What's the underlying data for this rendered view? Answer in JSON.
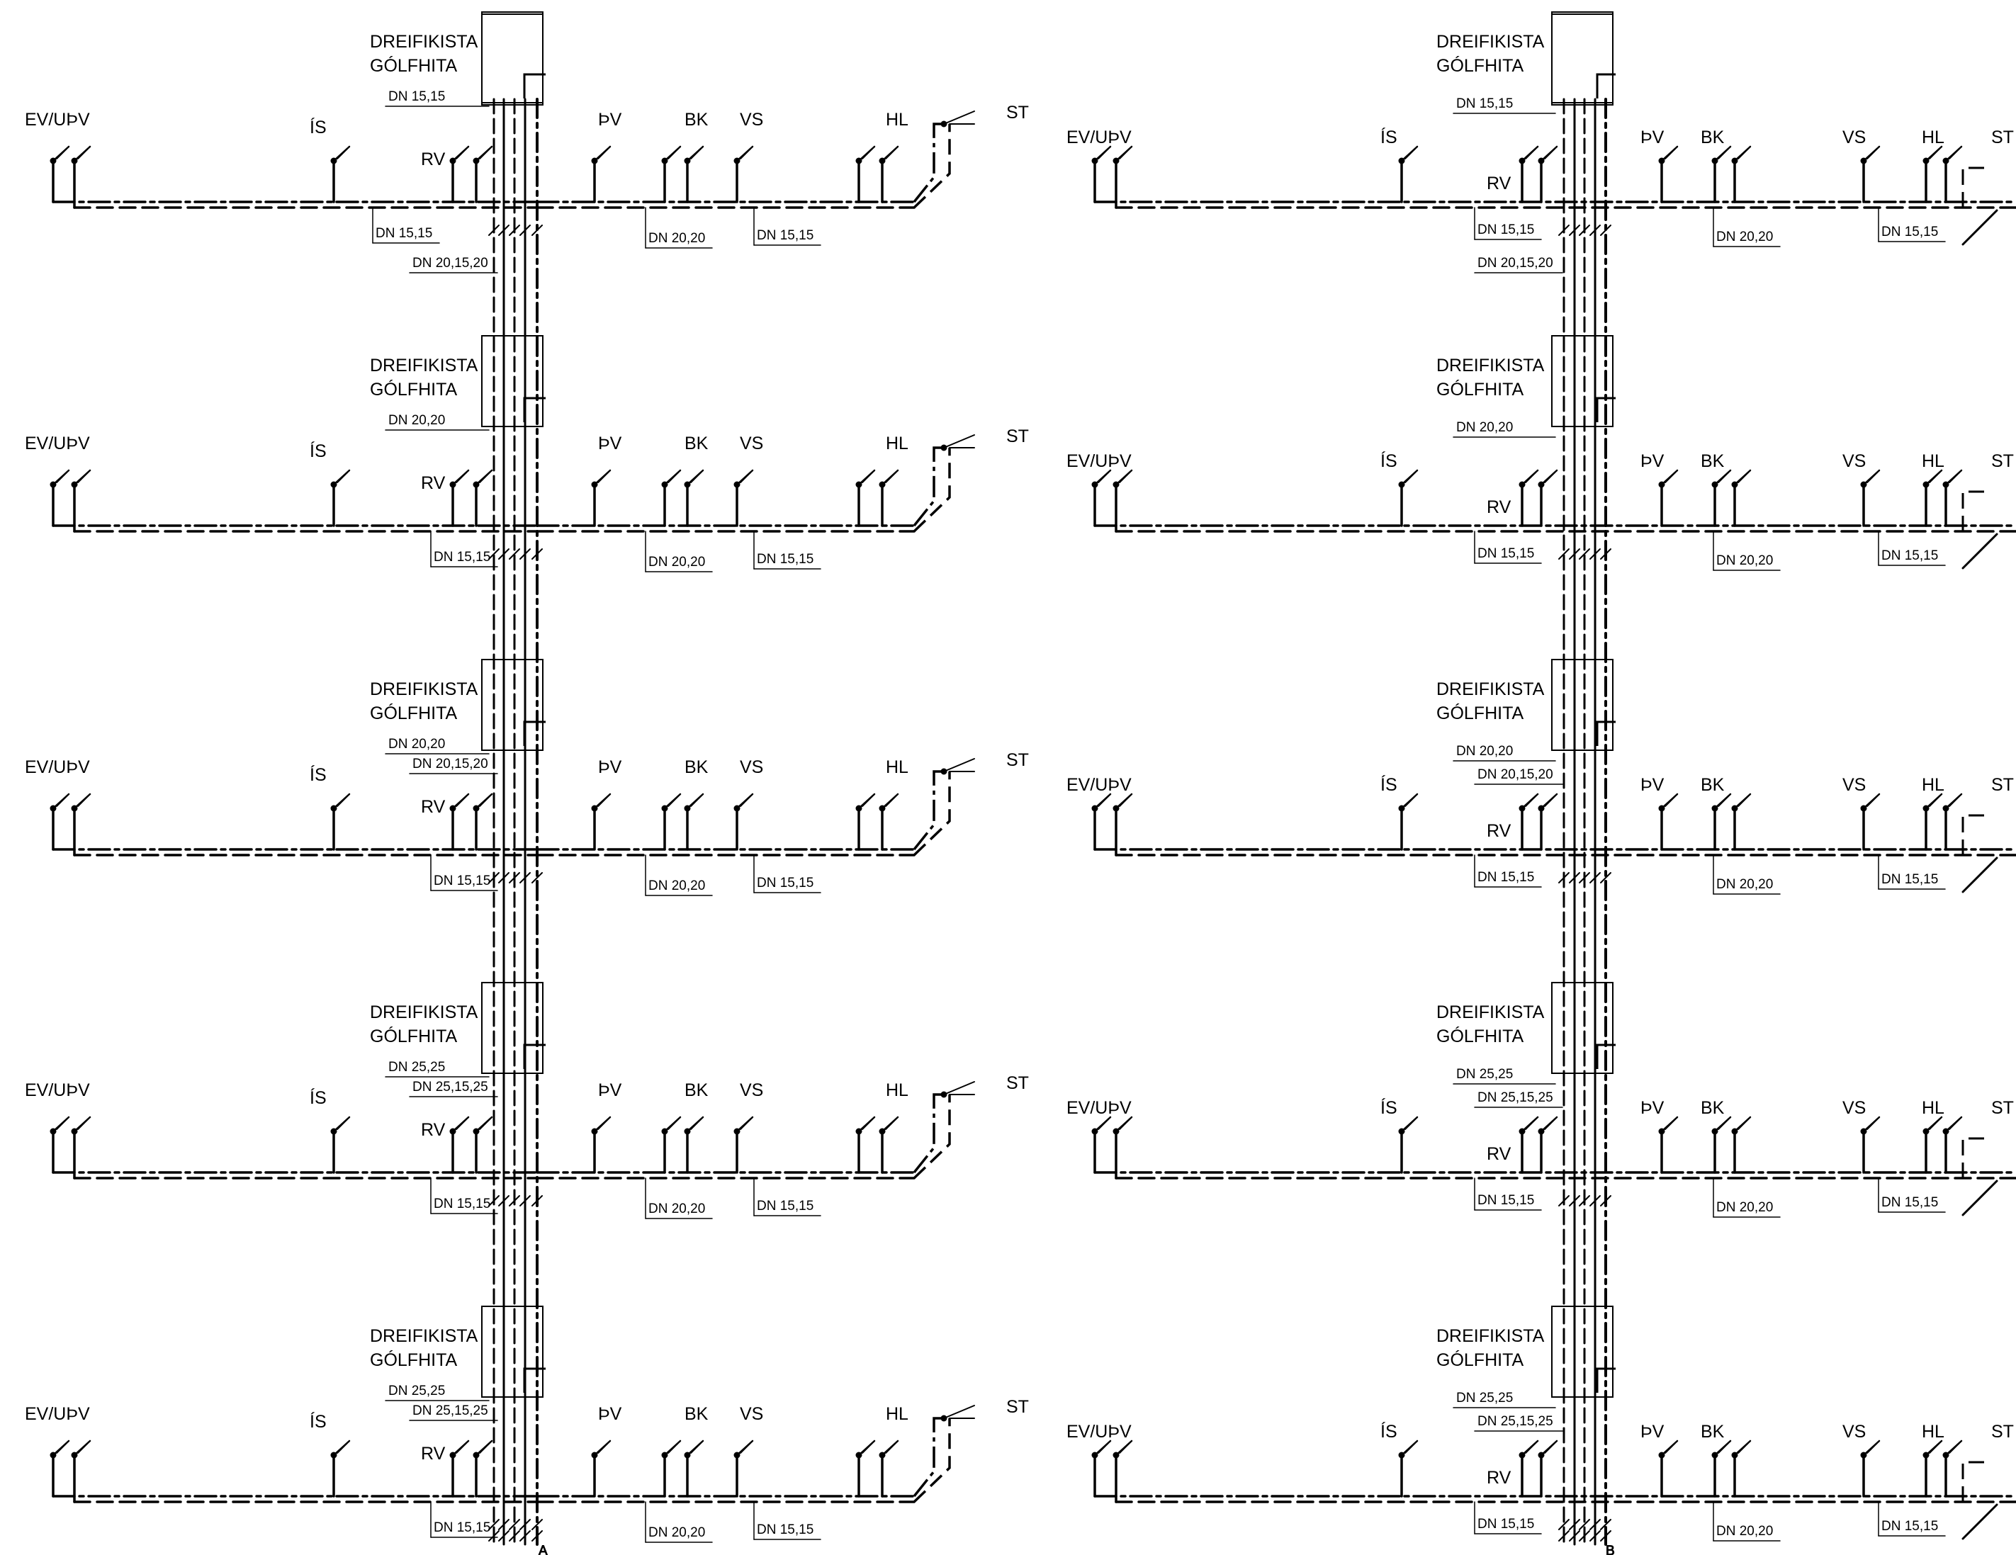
{
  "dist_box_label": [
    "DREIFIKISTA",
    "GÓLFHITA"
  ],
  "fixtures": {
    "ev": "EV/UÞV",
    "is": "ÍS",
    "rv": "RV",
    "pv": "ÞV",
    "bk": "BK",
    "vs": "VS",
    "hl": "HL",
    "st": "ST"
  },
  "risers": {
    "a": "A",
    "b": "B"
  },
  "floors": [
    {
      "box_dn": "DN 15,15",
      "riser_dn": "DN 20,15,20",
      "branch_dn": "DN 15,15",
      "mid_dn": "DN 20,20",
      "right_dn": "DN 15,15",
      "riser_dn_upper": false
    },
    {
      "box_dn": "DN 20,20",
      "riser_dn": "",
      "branch_dn": "DN 15,15",
      "mid_dn": "DN 20,20",
      "right_dn": "DN 15,15",
      "riser_dn_upper": false
    },
    {
      "box_dn": "DN 20,20",
      "riser_dn": "DN 20,15,20",
      "branch_dn": "DN 15,15",
      "mid_dn": "DN 20,20",
      "right_dn": "DN 15,15",
      "riser_dn_upper": true
    },
    {
      "box_dn": "DN 25,25",
      "riser_dn": "DN 25,15,25",
      "branch_dn": "DN 15,15",
      "mid_dn": "DN 20,20",
      "right_dn": "DN 15,15",
      "riser_dn_upper": true
    },
    {
      "box_dn": "DN 25,25",
      "riser_dn": "DN 25,15,25",
      "branch_dn": "DN 15,15",
      "mid_dn": "DN 20,20",
      "right_dn": "DN 15,15",
      "riser_dn_upper": true
    }
  ]
}
